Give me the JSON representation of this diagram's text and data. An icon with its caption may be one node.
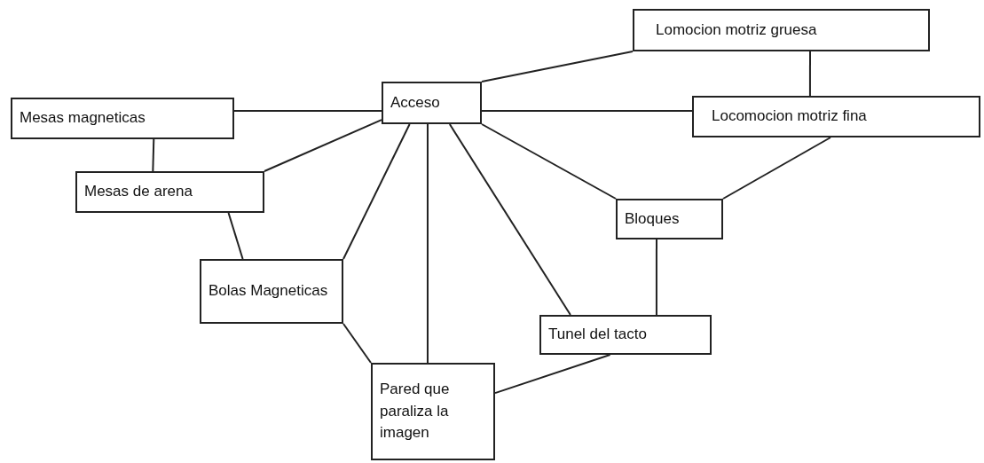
{
  "diagram": {
    "nodes": [
      {
        "text": [
          "Lomocion motriz gruesa"
        ]
      },
      {
        "text": [
          "Acceso"
        ]
      },
      {
        "text": [
          "Mesas magneticas"
        ]
      },
      {
        "text": [
          "Locomocion motriz fina"
        ]
      },
      {
        "text": [
          "Mesas de arena"
        ]
      },
      {
        "text": [
          "Bloques"
        ]
      },
      {
        "text": [
          "Bolas Magneticas"
        ]
      },
      {
        "text": [
          "Tunel del tacto"
        ]
      },
      {
        "text": [
          "Pared que paraliza la imagen"
        ]
      }
    ],
    "edges": [
      {
        "from": 1,
        "to": 0,
        "arrow": "none"
      },
      {
        "from": 0,
        "to": 3,
        "arrow": "none"
      },
      {
        "from": 2,
        "to": 1,
        "arrow": "none"
      },
      {
        "from": 1,
        "to": 3,
        "arrow": "none"
      },
      {
        "from": 2,
        "to": 4,
        "arrow": "none"
      },
      {
        "from": 1,
        "to": 4,
        "arrow": "none"
      },
      {
        "from": 1,
        "to": 5,
        "arrow": "none"
      },
      {
        "from": 3,
        "to": 5,
        "arrow": "none"
      },
      {
        "from": 4,
        "to": 6,
        "arrow": "none"
      },
      {
        "from": 1,
        "to": 6,
        "arrow": "none"
      },
      {
        "from": 1,
        "to": 8,
        "arrow": "none"
      },
      {
        "from": 1,
        "to": 7,
        "arrow": "none"
      },
      {
        "from": 5,
        "to": 7,
        "arrow": "none"
      },
      {
        "from": 6,
        "to": 8,
        "arrow": "none"
      },
      {
        "from": 8,
        "to": 7,
        "arrow": "none"
      }
    ]
  }
}
